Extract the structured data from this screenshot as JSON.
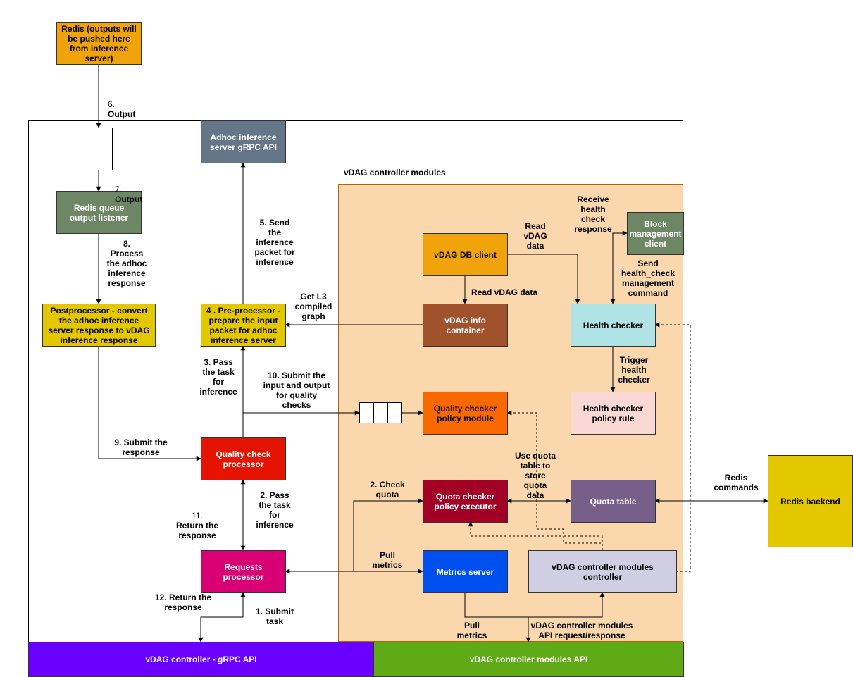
{
  "diagram": {
    "regions": {
      "modules_title": "vDAG controller modules"
    },
    "boxes": {
      "redis_output": {
        "text": "Redis (outputs will be pushed here from inference server)",
        "color": "#f0a30a"
      },
      "adhoc_api": {
        "text": "Adhoc inference server gRPC API",
        "color": "#647687"
      },
      "redis_queue_listener": {
        "text": "Redis queue output listener",
        "color": "#6d8764"
      },
      "postprocessor": {
        "text": "Postprocessor - convert the adhoc inference server response to vDAG inference response",
        "color": "#e3c800"
      },
      "preprocessor": {
        "text": "4 . Pre-processor - prepare the input packet for adhoc inference server",
        "color": "#e3c800"
      },
      "quality_check_processor": {
        "text": "Quality check processor",
        "color": "#e51400"
      },
      "requests_processor": {
        "text": "Requests processor",
        "color": "#d80073"
      },
      "vdag_db_client": {
        "text": "vDAG DB client",
        "color": "#f0a30a"
      },
      "vdag_info_container": {
        "text": "vDAG info container",
        "color": "#a0522d"
      },
      "block_management_client": {
        "text": "Block management client",
        "color": "#6d8764"
      },
      "health_checker": {
        "text": "Health checker",
        "color": "#b0e3e6"
      },
      "health_checker_policy_rule": {
        "text": "Health checker policy rule",
        "color": "#fad9d5"
      },
      "quality_checker_policy_module": {
        "text": "Quality checker policy module",
        "color": "#fa6800"
      },
      "quota_checker_policy_executor": {
        "text": "Quota checker policy executor",
        "color": "#a20025"
      },
      "quota_table": {
        "text": "Quota table",
        "color": "#76608a"
      },
      "metrics_server": {
        "text": "Metrics server",
        "color": "#0050ef"
      },
      "modules_controller": {
        "text": "vDAG controller modules controller",
        "color": "#d0cee2"
      },
      "redis_backend": {
        "text": "Redis backend",
        "color": "#e3c800"
      },
      "grpc_api": {
        "text": "vDAG controller - gRPC API",
        "color": "#6a00ff"
      },
      "modules_api": {
        "text": "vDAG controller modules API",
        "color": "#60a917"
      }
    },
    "labels": {
      "output_6_num": "6.",
      "output_6": "Output",
      "output_7_num": "7.",
      "output_7": "Output",
      "process_8": "8.\nProcess\nthe adhoc\ninference\nresponse",
      "send_5": "5. Send\nthe\ninference\npacket for\ninference",
      "get_l3": "Get L3\ncompiled\ngraph",
      "read_vdag_data_1": "Read\nvDAG\ndata",
      "read_vdag_data_2": "Read vDAG data",
      "receive_health": "Receive\nhealth\ncheck\nresponse",
      "send_health": "Send\nhealth_check\nmanagement\ncommand",
      "trigger_health": "Trigger\nhealth\nchecker",
      "pass_3": "3. Pass\nthe task\nfor\ninference",
      "submit_10": "10. Submit the\ninput and output\nfor quality\nchecks",
      "submit_9": "9. Submit the\nresponse",
      "use_quota": "Use quota\ntable to\nstore\nquota\ndata",
      "redis_commands": "Redis\ncommands",
      "check_quota_2": "2. Check\nquota",
      "return_11_num": "11.",
      "return_11": "Return the\nresponse",
      "pass_2": "2. Pass\nthe task\nfor\ninference",
      "pull_metrics_1": "Pull\nmetrics",
      "return_12": "12. Return the\nresponse",
      "submit_1": "1. Submit\ntask",
      "pull_metrics_2": "Pull\nmetrics",
      "api_reqres": "vDAG controller modules\nAPI request/response"
    }
  }
}
